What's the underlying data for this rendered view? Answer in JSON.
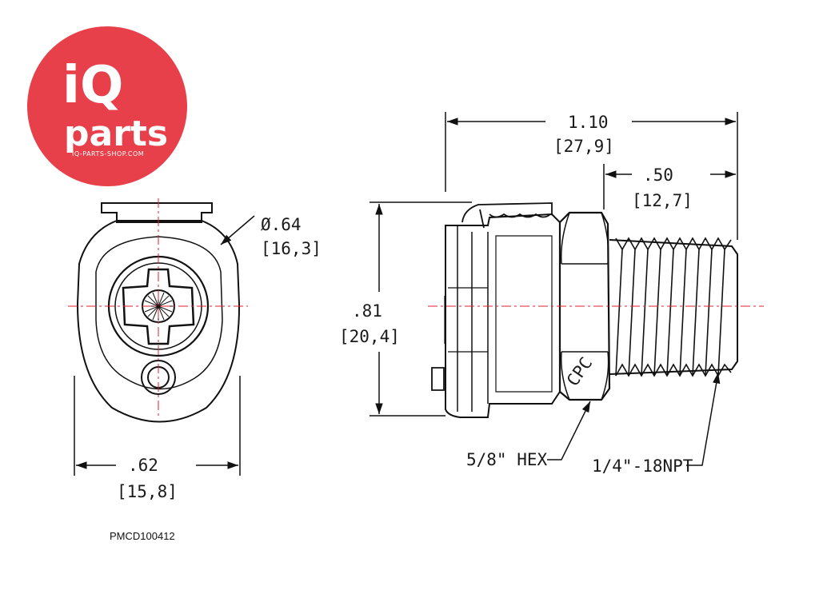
{
  "logo": {
    "brand_top": "iQ",
    "brand_bottom": "parts",
    "website": "IQ-PARTS-SHOP.COM",
    "background_color": "#e8404a"
  },
  "front_view": {
    "diameter_inch": "Ø.64",
    "diameter_mm": "[16,3]",
    "width_inch": ".62",
    "width_mm": "[15,8]"
  },
  "side_view": {
    "length_inch": "1.10",
    "length_mm": "[27,9]",
    "thread_length_inch": ".50",
    "thread_length_mm": "[12,7]",
    "height_inch": ".81",
    "height_mm": "[20,4]",
    "hex_label": "5/8\" HEX",
    "thread_label": "1/4\"-18NPT",
    "manufacturer_mark": "CPC"
  },
  "part_number": "PMCD100412",
  "colors": {
    "line": "#111111",
    "centerline": "#e0202a",
    "logo": "#e8404a"
  }
}
